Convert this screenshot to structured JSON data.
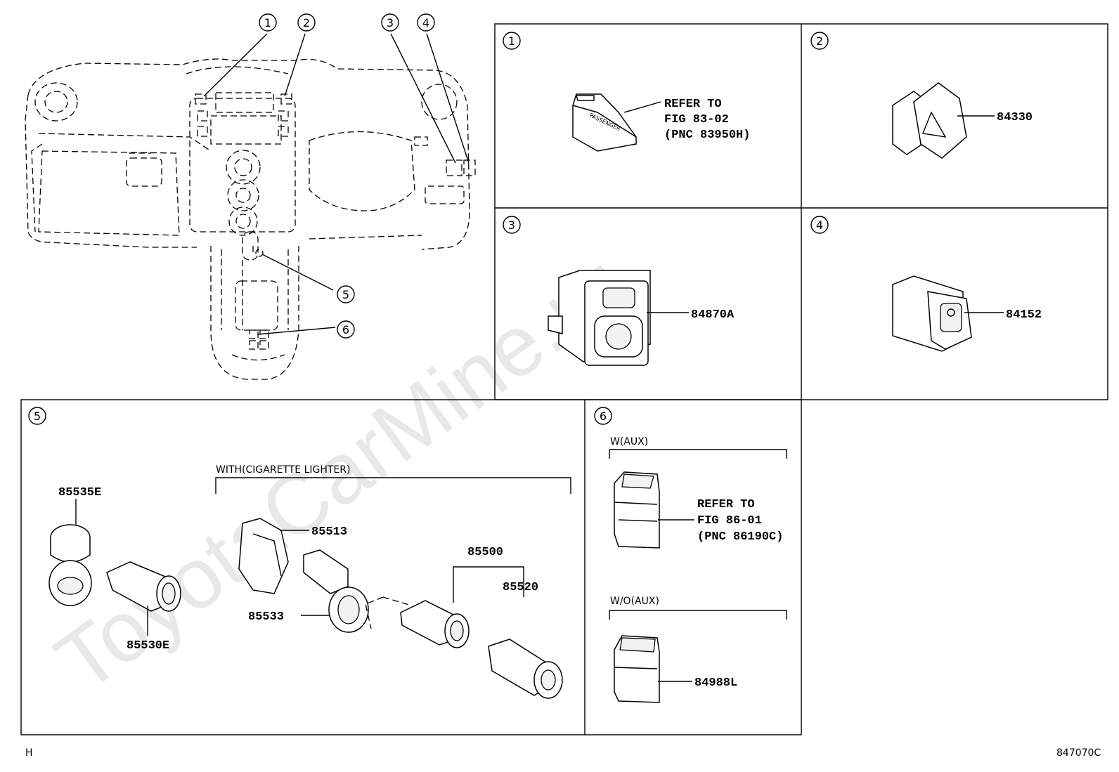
{
  "watermark": "ToyotaCarMine.ru",
  "overview": {
    "callouts": [
      "1",
      "2",
      "3",
      "4",
      "5",
      "6"
    ]
  },
  "panels": [
    {
      "id": "1",
      "refer": [
        "REFER TO",
        "FIG 83-02",
        "(PNC 83950H)"
      ],
      "part_text": "PASSENGER"
    },
    {
      "id": "2",
      "parts": [
        "84330"
      ]
    },
    {
      "id": "3",
      "parts": [
        "84870A"
      ]
    },
    {
      "id": "4",
      "parts": [
        "84152"
      ]
    },
    {
      "id": "5",
      "group_label": "WITH(CIGARETTE LIGHTER)",
      "parts": [
        "85535E",
        "85530E",
        "85513",
        "85533",
        "85500",
        "85520"
      ]
    },
    {
      "id": "6",
      "sections": [
        {
          "label": "W(AUX)",
          "refer": [
            "REFER TO",
            "FIG 86-01",
            "(PNC 86190C)"
          ]
        },
        {
          "label": "W/O(AUX)",
          "parts": [
            "84988L"
          ]
        }
      ]
    }
  ],
  "footer": {
    "left": "H",
    "right": "847070C"
  }
}
